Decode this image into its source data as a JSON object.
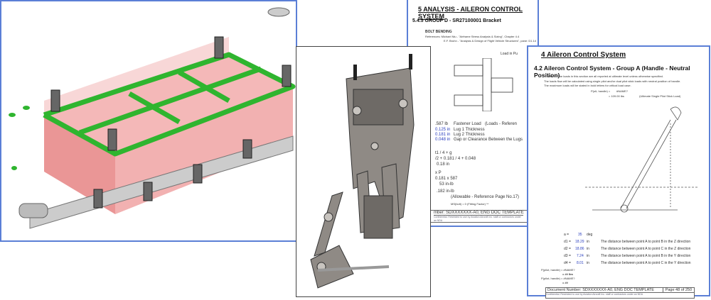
{
  "doc1": {
    "section_num": "5",
    "title": "ANALYSIS - AILERON CONTROL SYSTEM",
    "subsection": "5.4.5 GROUP D -  SR27100001 Bracket",
    "heading": "BOLT BENDING",
    "ref1": "References: Michael Niu - \"Airframe Stress Analysis & Sizing\", Chapter 4.4",
    "ref2": "E.F. Bruhn - \"Analysis & Design of Flight Vehicle Structures\", pane: D1.14",
    "load_label": "Load in Pu",
    "rows": [
      {
        "val": ".587 lb",
        "desc": "Fastener Load",
        "note": "(Loads - Referen"
      },
      {
        "val": "0.125 in",
        "desc": "Lug 1 Thickness"
      },
      {
        "val": "0.181 in",
        "desc": "Lug 2 Thickness"
      },
      {
        "val": "0.048 in",
        "desc": "Gap or Clearance Between the Lugs"
      }
    ],
    "calc1": "t1 / 4 + g",
    "calc2": "/2 + 0.181 / 4 + 0.048",
    "calc3": "0.18 in",
    "calc4": "x P",
    "calc5": "0.181 x 587",
    "calc6": "53 in-lb",
    "allow": ".182 in-lb",
    "allow_desc": "(Allowable - Reference Page No.17)",
    "ms": "MS(bolt) = 0 (Fitting Factor) **",
    "footer": "mber: SDXXXXXXX-A0, ENG DOC TEMPLATE",
    "footer_small": "Confidential. Restricted to use by Aviation Aircraft Inc. staff or contractors under an NDA"
  },
  "doc2": {
    "section_num": "4",
    "title": "Aileron Control System",
    "subsection": "4.2  Aileron Control System - Group A (Handle - Neutral Position)",
    "note": "NOTE: The loads in this section are all reported at ultimate level unless otherwise specified.",
    "p1": "The loads flow will be calculated using single pilot and/or dual pilot stick loads with neutral position of handle.",
    "p2": "The maximum loads will be stated in bold letters for critical load case.",
    "pilot_label": "P(ult, handle) =",
    "pilot_val1": "#NAME?",
    "pilot_val2": "109.00",
    "pilot_unit": "lbs",
    "pilot_desc": "(Ultimate Single Pilot Stick Load)",
    "dims": [
      {
        "sym": "a =",
        "val": "35",
        "unit": "deg",
        "desc": ""
      },
      {
        "sym": "d1 =",
        "val": "18.29",
        "unit": "in",
        "desc": "The distance between point A to point B in the Z direction"
      },
      {
        "sym": "d2 =",
        "val": "18.86",
        "unit": "in",
        "desc": "The distance between point A to point C in the Z direction"
      },
      {
        "sym": "d3 =",
        "val": "7.24",
        "unit": "in",
        "desc": "The distance between point A to point B in the Y direction"
      },
      {
        "sym": "d4 =",
        "val": "8.01",
        "unit": "in",
        "desc": "The distance between point A to point C in the Y direction"
      }
    ],
    "res1_label": "P(pilot, handle) =",
    "res1_val": "#NAME?",
    "res1_val2": "## lbs",
    "res2_label": "P(pilot, handle) =",
    "res2_val": "#NAME?",
    "res2_val2": "##",
    "footer": "Document Number: SDXXXXXXX-A0, ENG DOC TEMPLATE",
    "page": "Page 48 of 250",
    "footer_small": "Confidential. Restricted to use by Aviation Aircraft Inc. staff or contractors under an NDA"
  },
  "colors": {
    "border": "#5b7fd6",
    "frame_green": "#2fb52f",
    "envelope_pink": "#e88080",
    "part_gray": "#8f8a85"
  }
}
